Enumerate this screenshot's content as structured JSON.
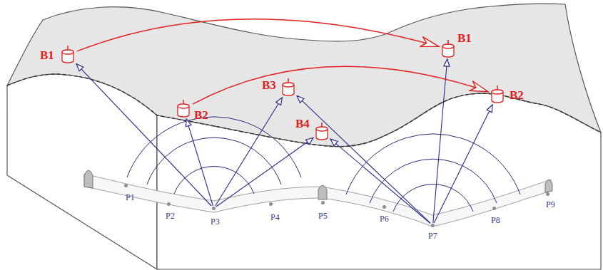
{
  "diagram": {
    "nodes": [
      {
        "text": [
          "B1"
        ]
      },
      {
        "text": [
          "B2"
        ]
      },
      {
        "text": [
          "B3"
        ]
      },
      {
        "text": [
          "B4"
        ]
      },
      {
        "text": [
          "B1"
        ]
      },
      {
        "text": [
          "B2"
        ]
      },
      {
        "text": [
          "P1"
        ]
      },
      {
        "text": [
          "P2"
        ]
      },
      {
        "text": [
          "P3"
        ]
      },
      {
        "text": [
          "P4"
        ]
      },
      {
        "text": [
          "P5"
        ]
      },
      {
        "text": [
          "P6"
        ]
      },
      {
        "text": [
          "P7"
        ]
      },
      {
        "text": [
          "P8"
        ]
      },
      {
        "text": [
          "P9"
        ]
      }
    ],
    "edges": [
      {
        "from": 8,
        "to": 0,
        "arrow": "to"
      },
      {
        "from": 8,
        "to": 1,
        "arrow": "to"
      },
      {
        "from": 8,
        "to": 2,
        "arrow": "to"
      },
      {
        "from": 8,
        "to": 3,
        "arrow": "to"
      },
      {
        "from": 12,
        "to": 2,
        "arrow": "to"
      },
      {
        "from": 12,
        "to": 3,
        "arrow": "to"
      },
      {
        "from": 12,
        "to": 4,
        "arrow": "to"
      },
      {
        "from": 12,
        "to": 5,
        "arrow": "to"
      },
      {
        "from": 0,
        "to": 4,
        "arrow": "to"
      },
      {
        "from": 1,
        "to": 5,
        "arrow": "to"
      }
    ]
  }
}
